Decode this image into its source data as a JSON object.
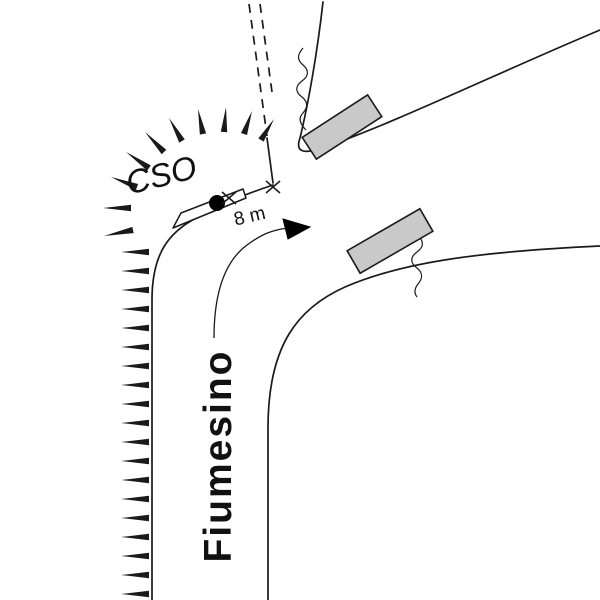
{
  "diagram": {
    "labels": {
      "cso": "CSO",
      "river_name": "Fiumesino",
      "dimension": "8 m"
    },
    "colors": {
      "line": "#1a1a1a",
      "bridge_fill": "#c9c9c9",
      "background": "#ffffff"
    }
  }
}
